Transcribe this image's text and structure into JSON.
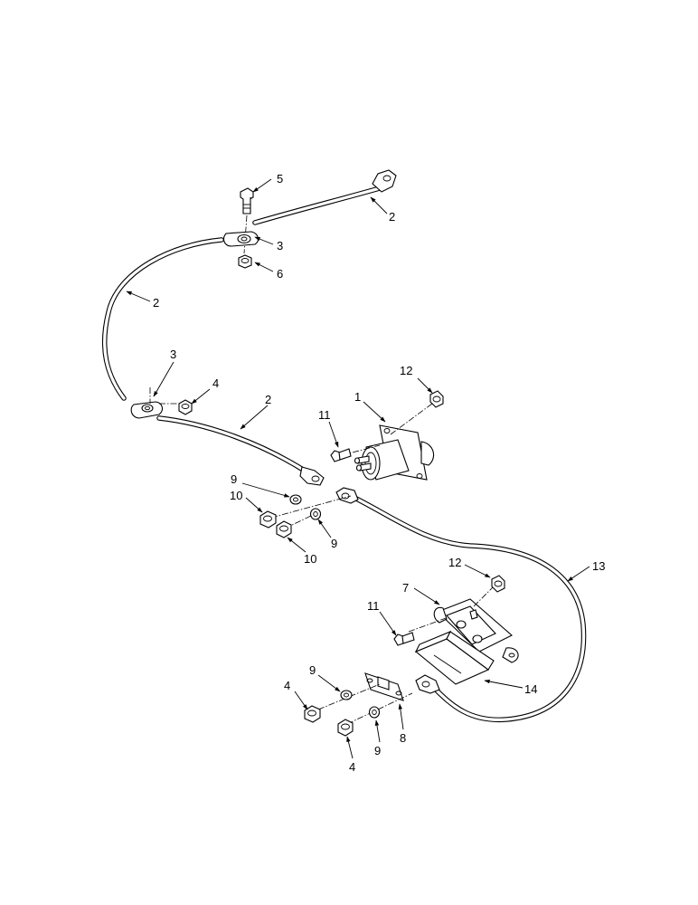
{
  "callouts": {
    "c1": "1",
    "c2a": "2",
    "c2b": "2",
    "c2c": "2",
    "c3a": "3",
    "c3b": "3",
    "c4a": "4",
    "c4b": "4",
    "c4c": "4",
    "c5": "5",
    "c6": "6",
    "c7": "7",
    "c8": "8",
    "c9a": "9",
    "c9b": "9",
    "c9c": "9",
    "c9d": "9",
    "c10a": "10",
    "c10b": "10",
    "c11a": "11",
    "c11b": "11",
    "c12a": "12",
    "c12b": "12",
    "c13": "13",
    "c14": "14"
  }
}
